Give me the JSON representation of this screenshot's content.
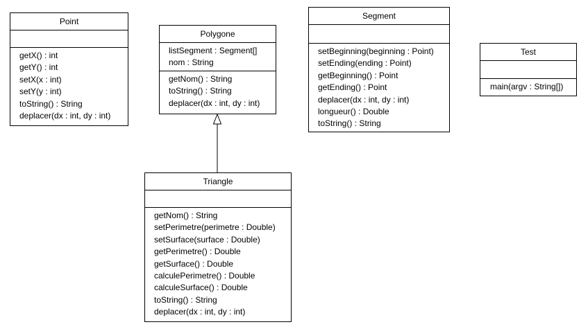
{
  "classes": {
    "point": {
      "name": "Point",
      "attributes": [],
      "operations": [
        "getX() : int",
        "getY() : int",
        "setX(x : int)",
        "setY(y : int)",
        "toString() : String",
        "deplacer(dx : int, dy : int)"
      ]
    },
    "polygone": {
      "name": "Polygone",
      "attributes": [
        "listSegment : Segment[]",
        "nom : String"
      ],
      "operations": [
        "getNom() : String",
        "toString() : String",
        "deplacer(dx : int, dy : int)"
      ]
    },
    "segment": {
      "name": "Segment",
      "attributes": [],
      "operations": [
        "setBeginning(beginning : Point)",
        "setEnding(ending : Point)",
        "getBeginning() : Point",
        "getEnding() : Point",
        "deplacer(dx : int, dy : int)",
        "longueur() : Double",
        "toString() : String"
      ]
    },
    "test": {
      "name": "Test",
      "attributes": [],
      "operations": [
        "main(argv : String[])"
      ]
    },
    "triangle": {
      "name": "Triangle",
      "attributes": [],
      "operations": [
        "getNom() : String",
        "setPerimetre(perimetre : Double)",
        "setSurface(surface : Double)",
        "getPerimetre() : Double",
        "getSurface() : Double",
        "calculePerimetre() : Double",
        "calculeSurface() : Double",
        "toString() : String",
        "deplacer(dx : int, dy : int)"
      ]
    }
  },
  "relations": [
    {
      "type": "generalization",
      "from": "Triangle",
      "to": "Polygone"
    }
  ]
}
